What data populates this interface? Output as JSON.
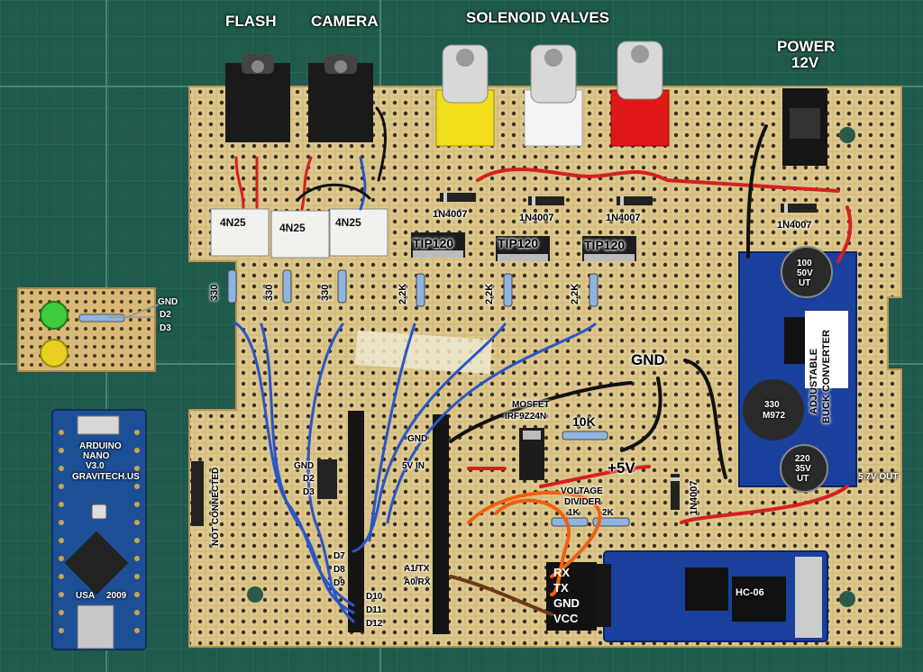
{
  "headers": {
    "flash": "FLASH",
    "camera": "CAMERA",
    "solenoid_valves": "SOLENOID VALVES",
    "power": "POWER",
    "power_voltage": "12V"
  },
  "optocouplers": [
    "4N25",
    "4N25",
    "4N25"
  ],
  "resistors_330": [
    "330",
    "330",
    "330"
  ],
  "diodes": [
    "1N4007",
    "1N4007",
    "1N4007",
    "1N4007",
    "1N4007"
  ],
  "transistors": [
    "TIP120",
    "TIP120",
    "TIP120"
  ],
  "resistors_2k2": [
    "2.2K",
    "2.2K",
    "2.2K"
  ],
  "led_board": {
    "gnd": "GND",
    "d2": "D2",
    "d3": "D3"
  },
  "header_left": {
    "gnd": "GND",
    "d2": "D2",
    "d3": "D3",
    "d7": "D7",
    "d8": "D8",
    "d9": "D9",
    "d10": "D10",
    "d11": "D11",
    "d12": "D12"
  },
  "header_right": {
    "gnd": "GND",
    "vin": "5V IN",
    "a1": "A1/TX",
    "a0": "A0/RX"
  },
  "not_connected": "NOT CONNECTED",
  "gnd_label": "GND",
  "mosfet": {
    "title": "MOSFET",
    "part": "IRF9Z24N"
  },
  "r10k": "10K",
  "plus5v": "+5V",
  "voltage_divider": {
    "line1": "VOLTAGE",
    "line2": "DIVIDER",
    "r1": "1K",
    "r2": "2K"
  },
  "buck": {
    "line1": "ADJUSTABLE",
    "line2": "BUCK CONVERTER",
    "out": "5.7V OUT",
    "cap1": [
      "100",
      "50V",
      "UT"
    ],
    "cap2": [
      "220",
      "35V",
      "UT"
    ],
    "inductor": [
      "330",
      "M972"
    ]
  },
  "bt_pins": [
    "RX",
    "TX",
    "GND",
    "VCC"
  ],
  "bt_module": "HC-06",
  "nano": {
    "brand": "ARDUINO",
    "model": "NANO",
    "ver": "V3.0",
    "maker": "GRAVITECH.US",
    "usa": "USA",
    "year": "2009"
  },
  "colors": {
    "mat": "#1f5a4c",
    "board": "#d9c58a",
    "wire_red": "#d42020",
    "wire_blue": "#2a56c8",
    "wire_black": "#111111",
    "wire_orange": "#f06010"
  }
}
